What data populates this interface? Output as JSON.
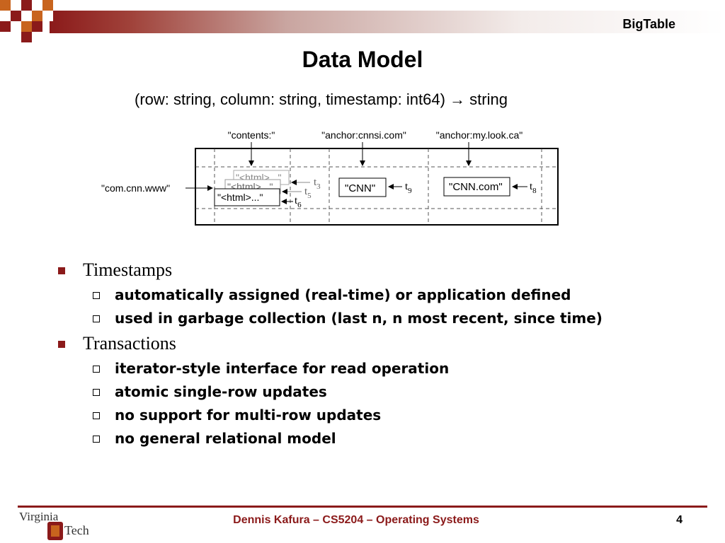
{
  "header": {
    "title": "BigTable"
  },
  "slide": {
    "title": "Data Model",
    "subtitle_left": "(row: string, column: string, timestamp: int64)",
    "subtitle_arrow": "→",
    "subtitle_right": "string"
  },
  "diagram": {
    "columns": [
      "\"contents:\"",
      "\"anchor:cnnsi.com\"",
      "\"anchor:my.look.ca\""
    ],
    "row_key": "\"com.cnn.www\"",
    "cells": [
      "\"<html>...\"",
      "\"<html>...\"",
      "\"<html>...\"",
      "\"CNN\"",
      "\"CNN.com\""
    ],
    "timestamps": {
      "t3": "t",
      "t3_sub": "3",
      "t5": "t",
      "t5_sub": "5",
      "t6": "t",
      "t6_sub": "6",
      "t9": "t",
      "t9_sub": "9",
      "t8": "t",
      "t8_sub": "8"
    }
  },
  "bullets": [
    {
      "label": "Timestamps",
      "sub": [
        "automatically assigned (real-time) or application defined",
        "used in garbage collection (last n, n most recent, since time)"
      ]
    },
    {
      "label": "Transactions",
      "sub": [
        "iterator-style interface for read operation",
        "atomic single-row updates",
        "no support for multi-row updates",
        "no general relational model"
      ]
    }
  ],
  "footer": {
    "text": "Dennis Kafura – CS5204 – Operating Systems",
    "page": "4",
    "logo_line1": "Virginia",
    "logo_line2": "Tech"
  },
  "colors": {
    "brand": "#8b1a1a",
    "accent": "#c8641e"
  }
}
